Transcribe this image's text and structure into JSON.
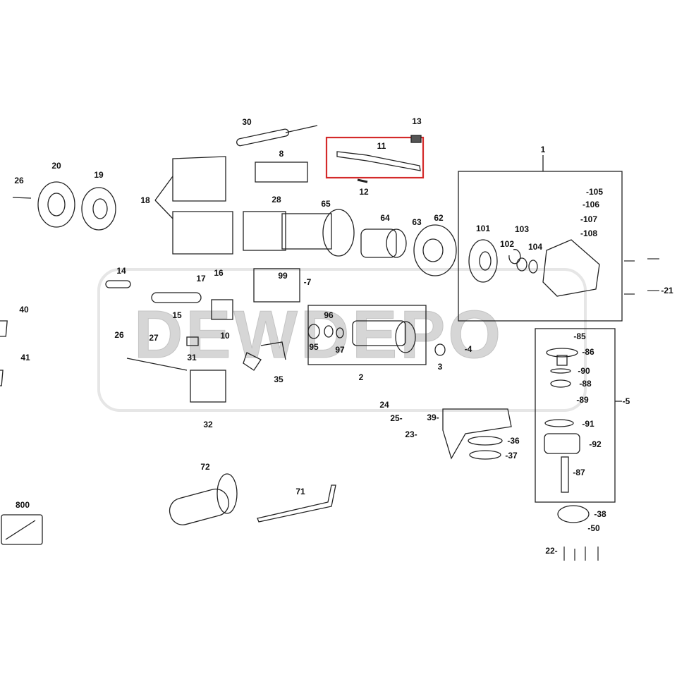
{
  "diagram": {
    "watermark": "DEWDEPO",
    "highlight_color": "#d42a2a",
    "highlighted_part": "11",
    "labels": [
      "30",
      "13",
      "11",
      "8",
      "12",
      "1",
      "20",
      "19",
      "26",
      "18",
      "28",
      "65",
      "-105",
      "-106",
      "-107",
      "-108",
      "64",
      "63",
      "62",
      "101",
      "103",
      "102",
      "104",
      "14",
      "17",
      "16",
      "99",
      "-7",
      "-21",
      "15",
      "96",
      "40",
      "26",
      "27",
      "10",
      "95",
      "97",
      "-4",
      "-85",
      "-86",
      "-90",
      "-88",
      "3",
      "41",
      "31",
      "2",
      "35",
      "-89",
      "-5",
      "24",
      "25-",
      "39-",
      "-91",
      "32",
      "23-",
      "-92",
      "-36",
      "-37",
      "-87",
      "72",
      "71",
      "800",
      "-38",
      "-50",
      "22-"
    ]
  }
}
